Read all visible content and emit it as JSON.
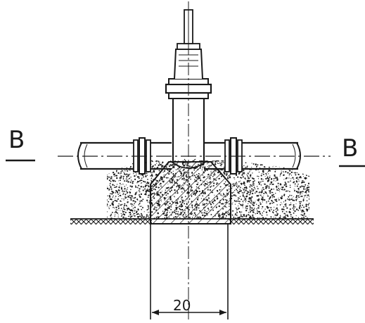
{
  "section_marks": {
    "left": "B",
    "right": "B"
  },
  "dimension": {
    "label": "20"
  },
  "colors": {
    "ink": "#1a1a1a",
    "paper": "#ffffff"
  }
}
